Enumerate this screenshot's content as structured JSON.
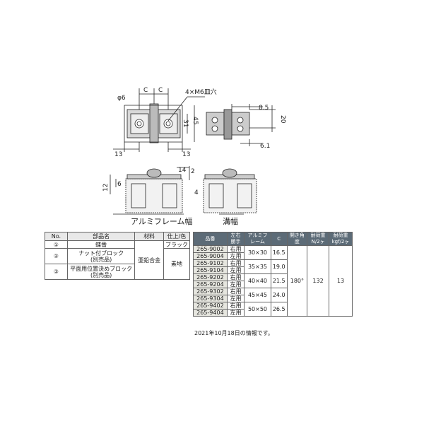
{
  "drawing": {
    "top_labels": {
      "phi": "φ6",
      "c1": "C",
      "c2": "C",
      "holes": "4×M6皿穴"
    },
    "dims_front": {
      "h31": "31",
      "h45": "45",
      "w13a": "13",
      "w13b": "13"
    },
    "dims_side": {
      "d85": "8.5",
      "d20": "20",
      "d61": "6.1"
    },
    "dims_bottom": {
      "d14": "14",
      "d2": "2",
      "d12": "12",
      "d6": "6",
      "d4": "4"
    },
    "caption_left": "アルミフレーム幅",
    "caption_right": "溝幅"
  },
  "parts_table": {
    "headers": [
      "No.",
      "部品名",
      "材料",
      "仕上/色"
    ],
    "rows": [
      {
        "no": "①",
        "name": "蝶番"
      },
      {
        "no": "②",
        "name": "ナット付ブロック",
        "sub": "(別売品)"
      },
      {
        "no": "③",
        "name": "平面用位置決めブロック",
        "sub": "(別売品)"
      }
    ],
    "material": "亜鉛合金",
    "finish_black": "ブラック",
    "finish_plain": "素地"
  },
  "spec_table": {
    "headers": [
      "品番",
      "左右勝手",
      "アルミフレーム",
      "C",
      "開き角度",
      "耐荷重N/2ヶ",
      "耐荷重kgf/2ヶ"
    ],
    "rows": [
      {
        "code": "265-9002",
        "hand": "右用"
      },
      {
        "code": "265-9004",
        "hand": "左用"
      },
      {
        "code": "265-9102",
        "hand": "右用"
      },
      {
        "code": "265-9104",
        "hand": "左用"
      },
      {
        "code": "265-9202",
        "hand": "右用"
      },
      {
        "code": "265-9204",
        "hand": "左用"
      },
      {
        "code": "265-9302",
        "hand": "右用"
      },
      {
        "code": "265-9304",
        "hand": "左用"
      },
      {
        "code": "265-9402",
        "hand": "右用"
      },
      {
        "code": "265-9404",
        "hand": "左用"
      }
    ],
    "frames": [
      {
        "frame": "30×30",
        "c": "16.5"
      },
      {
        "frame": "35×35",
        "c": "19.0"
      },
      {
        "frame": "40×40",
        "c": "21.5"
      },
      {
        "frame": "45×45",
        "c": "24.0"
      },
      {
        "frame": "50×50",
        "c": "26.5"
      }
    ],
    "angle": "180°",
    "load_n": "132",
    "load_kgf": "13",
    "note": "2021年10月18日の情報です。"
  }
}
